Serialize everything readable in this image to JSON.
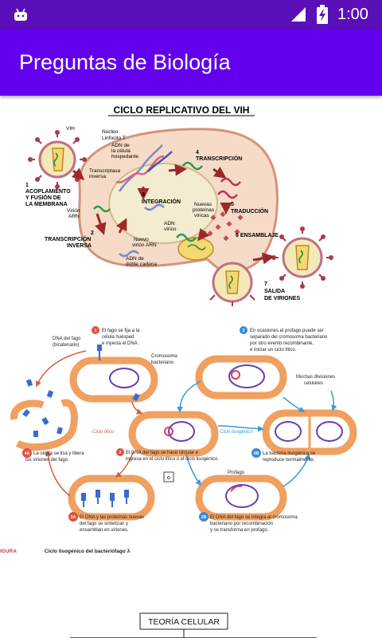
{
  "status_bar": {
    "time": "1:00"
  },
  "app_bar": {
    "title": "Preguntas de Biología"
  },
  "vih_diagram": {
    "title": "CICLO REPLICATIVO DEL VIH",
    "labels": {
      "vih": "VIH",
      "nucleo": "Núcleo",
      "linfocito": "Linfocito T",
      "adn_celula_1": "ADN de",
      "adn_celula_2": "la célula",
      "adn_celula_3": "hospedante",
      "step1_num": "1",
      "step1_a": "ACOPLAMIENTO",
      "step1_b": "Y FUSIÓN DE",
      "step1_c": "LA MEMBRANA",
      "transcriptasa_1": "Transcriptasa",
      "transcriptasa_2": "inversa",
      "virion_arn_1": "Virión",
      "virion_arn_2": "ARN",
      "step2_num": "2",
      "step2_a": "TRANSCRIPCIÓN",
      "step2_b": "INVERSA",
      "step3_num": "3",
      "step3": "INTEGRACIÓN",
      "step4_num": "4",
      "step4": "TRANSCRIPCIÓN",
      "step5_num": "5",
      "step5": "TRADUCCIÓN",
      "step6": "6 ENSAMBLAJE",
      "nuevas_prot_1": "Nuevas",
      "nuevas_prot_2": "proteínas",
      "nuevas_prot_3": "víricas",
      "adn_virico_1": "ADN",
      "adn_virico_2": "vírico",
      "nuevo_virion_1": "Nuevo",
      "nuevo_virion_2": "virión ARN",
      "adn_doble_1": "ADN de",
      "adn_doble_2": "doble cadena",
      "step7_num": "7",
      "step7_a": "SALIDA",
      "step7_b": "DE VIRIONES"
    }
  },
  "phage_diagram": {
    "labels": {
      "dna_fago_1": "DNA del fago",
      "dna_fago_2": "(bicatenario)",
      "step1_badge": "1",
      "step1_1": "El fago se fija a la",
      "step1_2": "célula huésped",
      "step1_3": "e inyecta el DNA.",
      "cromosoma_1": "Cromosoma",
      "cromosoma_2": "bacteriano",
      "step3_badge": "3",
      "step3_1": "En ocasiones el profago puede ser",
      "step3_2": "separado del cromosoma bacteriano",
      "step3_3": "por otro evento recombinante,",
      "step3_4": "e iniciar un ciclo lítico.",
      "muchas_1": "Muchas divisiones",
      "muchas_2": "celulares",
      "ciclo_litico": "Ciclo lítico",
      "ciclo_lisogenico": "Ciclo lisogénico",
      "step4a_badge": "4A",
      "step4a_1": "La célula se lisa y libera",
      "step4a_2": "los viriones del fago.",
      "step2_badge": "2",
      "step2_1": "El DNA del fago se hace circular e",
      "step2_2": "ingresa en el ciclo lítico o el ciclo lisogénico.",
      "step4b_badge": "4B",
      "step4b_1": "La bacteria lisogénica se",
      "step4b_2": "reproduce normalmente.",
      "center_mark": "o",
      "profago": "Profago",
      "step3a_badge": "3A",
      "step3a_1": "El DNA y las proteínas nuevas",
      "step3a_2": "del fago se sintetizan y",
      "step3a_3": "ensamblan en viriones.",
      "step2b_badge": "2B",
      "step2b_1": "El DNA del fago se integra al cromosoma",
      "step2b_2": "bacteriano por recombinación",
      "step2b_3": "y se transforma en profago.",
      "figura": "IGURA",
      "caption": "Ciclo lisogénico del bacteriófago λ"
    }
  },
  "teoria_celular": {
    "title": "TEORÍA CELULAR"
  }
}
